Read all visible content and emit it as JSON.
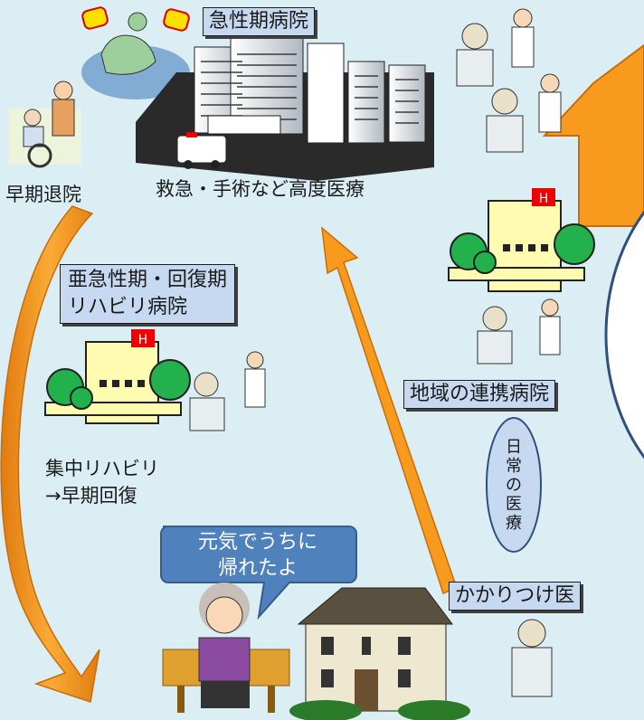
{
  "labels": {
    "acute_hospital": "急性期病院",
    "advanced_care": "救急・手術など高度医療",
    "early_discharge": "早期退院",
    "rehab_hospital_line1": "亜急性期・回復期",
    "rehab_hospital_line2": "リハビリ病院",
    "intensive_rehab_line1": "集中リハビリ",
    "intensive_rehab_line2": "→早期回復",
    "regional_hospital": "地域の連携病院",
    "family_doctor": "かかりつけ医",
    "daily_care": [
      "日",
      "常",
      "の",
      "医",
      "療"
    ],
    "bubble_line1": "元気でうちに",
    "bubble_line2": "帰れたよ"
  },
  "colors": {
    "background": "#dbeef4",
    "label_box": "#c6d9f1",
    "arrow_orange": "#f79a1e",
    "bubble_blue": "#4f81bd",
    "building_yellow": "#fffbb0",
    "tree_green": "#22b14c"
  }
}
